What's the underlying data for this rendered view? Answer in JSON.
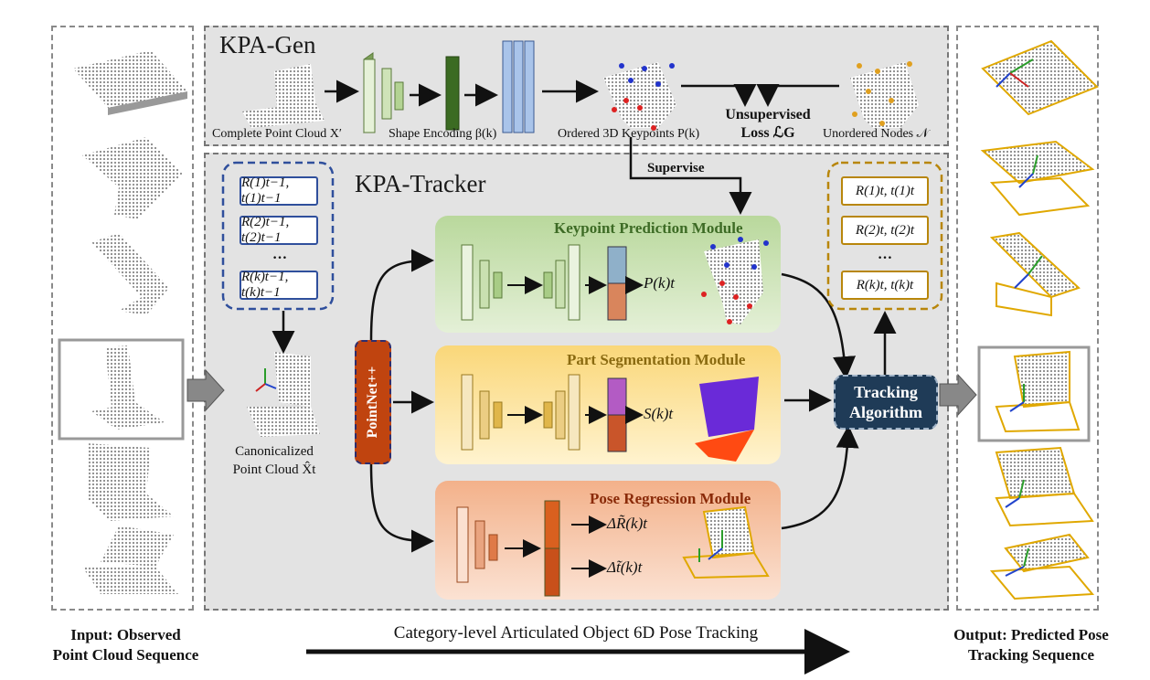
{
  "kpa_gen": {
    "title": "KPA-Gen",
    "complete_point_cloud": "Complete Point Cloud X′",
    "shape_encoding": "Shape Encoding β(k)",
    "ordered_keypoints": "Ordered 3D Keypoints P(k)",
    "loss_line1": "Unsupervised",
    "loss_line2": "Loss ℒG",
    "unordered_nodes": "Unordered Nodes 𝒩"
  },
  "kpa_tracker": {
    "title": "KPA-Tracker",
    "supervise": "Supervise",
    "input_poses": [
      "R(1)t−1, t(1)t−1",
      "R(2)t−1, t(2)t−1",
      "…",
      "R(k)t−1, t(k)t−1"
    ],
    "output_poses": [
      "R(1)t, t(1)t",
      "R(2)t, t(2)t",
      "…",
      "R(k)t, t(k)t"
    ],
    "canon_line1": "Canonicalized",
    "canon_line2": "Point Cloud X̂t",
    "pointnet": "PointNet++",
    "keypoint_module": "Keypoint Prediction Module",
    "keypoint_output": "P(k)t",
    "seg_module": "Part Segmentation Module",
    "seg_output": "S(k)t",
    "pose_module": "Pose Regression Module",
    "pose_output_r": "ΔR̃(k)t",
    "pose_output_t": "Δt̃(k)t",
    "tracking_line1": "Tracking",
    "tracking_line2": "Algorithm"
  },
  "footer": {
    "input_line1": "Input: Observed",
    "input_line2": "Point Cloud Sequence",
    "main_caption": "Category-level Articulated Object 6D Pose Tracking",
    "output_line1": "Output: Predicted Pose",
    "output_line2": "Tracking Sequence"
  },
  "colors": {
    "panel_gray": "#e3e3e3",
    "keypoint_green": "#c9e2b3",
    "segmentation_yellow": "#fbe39a",
    "pose_orange": "#f6c6a6",
    "pose_box_blue": "#2f4f9c",
    "pose_box_gold": "#b8860b",
    "pointnet_red": "#c0440f",
    "tracking_navy": "#1f3b57"
  }
}
